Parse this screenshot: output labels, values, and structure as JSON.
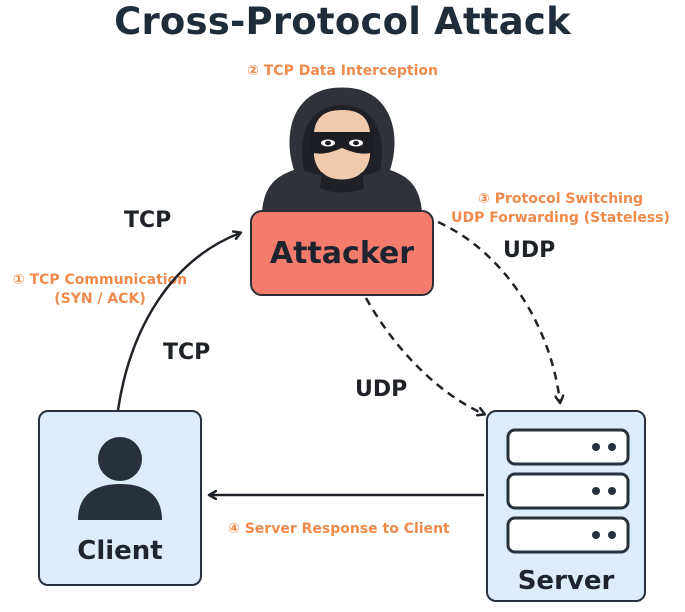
{
  "title": "Cross-Protocol Attack",
  "nodes": {
    "attacker": "Attacker",
    "client": "Client",
    "server": "Server"
  },
  "steps": {
    "step1_line1": "① TCP Communication",
    "step1_line2": "(SYN / ACK)",
    "step2": "② TCP Data Interception",
    "step3_line1": "③ Protocol Switching",
    "step3_line2": "UDP Forwarding (Stateless)",
    "step4": "④ Server Response to Client"
  },
  "protocols": {
    "tcp_upper": "TCP",
    "tcp_lower": "TCP",
    "udp_right": "UDP",
    "udp_middle": "UDP"
  },
  "colors": {
    "step_text": "#f08a4b",
    "attacker_fill": "#f47c6d",
    "node_fill": "#dcecfb",
    "outline": "#26313d"
  },
  "icons": {
    "attacker": "hooded-hacker-icon",
    "client": "user-silhouette-icon",
    "server": "server-rack-icon"
  }
}
